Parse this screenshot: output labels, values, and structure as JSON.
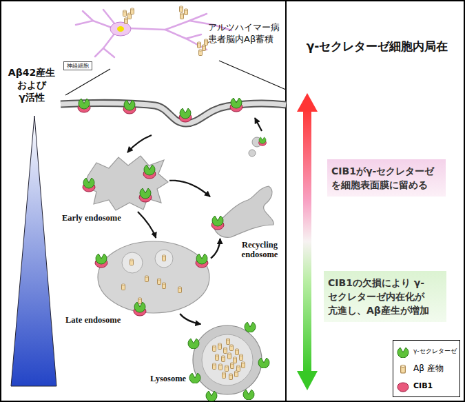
{
  "diagram": {
    "title": "γ-セクレターゼ細胞内局在",
    "nodes": [
      {
        "text": [
          "神経細胞"
        ]
      },
      {
        "text": [
          "Early endosome"
        ]
      },
      {
        "text": [
          "Recycling endosome"
        ]
      },
      {
        "text": [
          "Late endosome"
        ]
      },
      {
        "text": [
          "Lysosome"
        ]
      },
      {
        "text": [
          "CIB1がγ-セクレターゼ を細胞表面膜に留める"
        ]
      },
      {
        "text": [
          "CIB1の欠損により γ-セクレターゼ内在化が 亢進し、Aβ産生が増加"
        ]
      }
    ],
    "edges": [
      {
        "from": 1,
        "to": 3,
        "arrow": "to"
      },
      {
        "from": 1,
        "to": 2,
        "arrow": "to"
      },
      {
        "from": 3,
        "to": 2,
        "arrow": "to"
      },
      {
        "from": 3,
        "to": 4,
        "arrow": "to"
      }
    ],
    "labels": [
      "アルツハイマー病 患者脳内Aβ蓄積",
      "Aβ42産生 および γ活性"
    ],
    "legend": [
      {
        "text": "γ-セクレターゼ"
      },
      {
        "text": "Aβ 産物"
      },
      {
        "text": "CIB1"
      }
    ]
  }
}
